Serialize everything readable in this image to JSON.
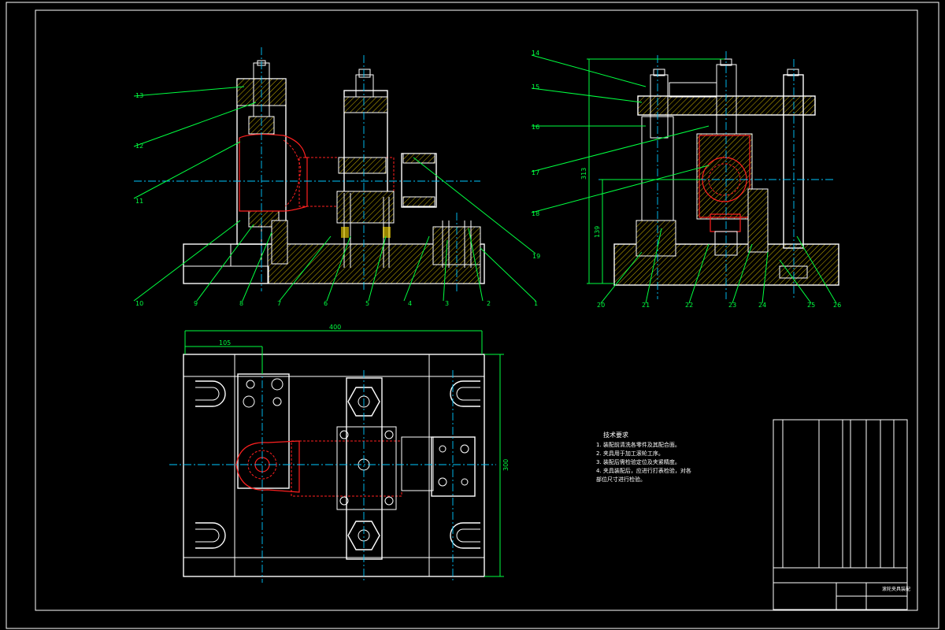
{
  "drawing": {
    "part_labels_front": [
      "13",
      "12",
      "11",
      "10",
      "9",
      "8",
      "7",
      "6",
      "5",
      "4",
      "3",
      "2",
      "1",
      "19"
    ],
    "part_labels_side": [
      "14",
      "15",
      "16",
      "17",
      "18",
      "20",
      "21",
      "22",
      "23",
      "24",
      "25",
      "26"
    ],
    "dimensions": {
      "overall_width": "400",
      "offset": "105",
      "overall_depth": "300",
      "height_total": "313",
      "center_height": "139"
    }
  },
  "tech_requirements": {
    "title": "技术要求",
    "lines": [
      "1. 装配前清洗各零件及其配合面。",
      "2. 夹具用于加工滚轮工序。",
      "3. 装配后需检验定位及夹紧精度。",
      "4. 夹具装配后，应进行打表检验，对各",
      "部位尺寸进行检验。"
    ]
  },
  "title_block": {
    "drawing_name": "滚轮夹具装配"
  }
}
